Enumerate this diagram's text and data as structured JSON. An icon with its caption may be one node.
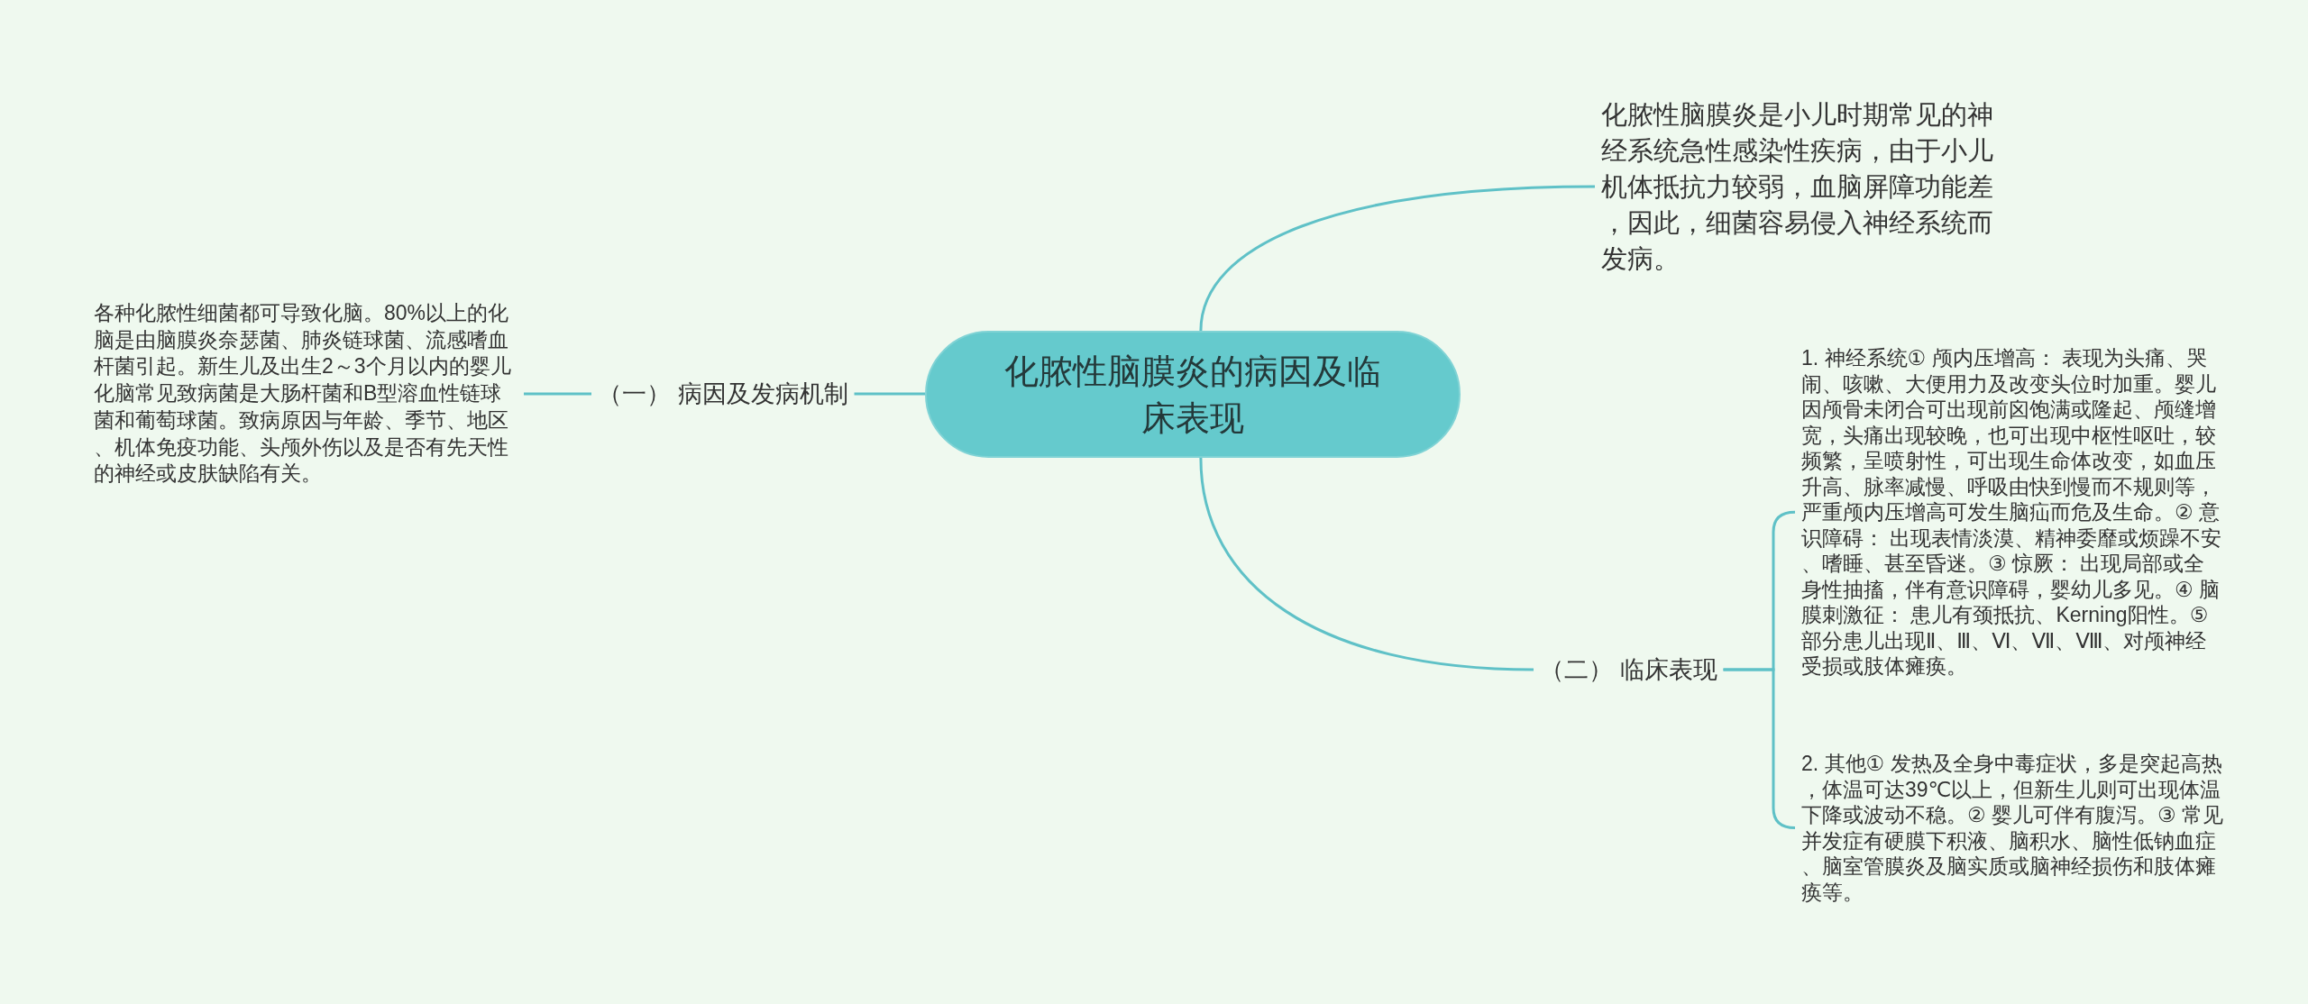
{
  "diagram": {
    "nodes": [
      {
        "text": [
          "化脓性脑膜炎的病因及临床表现"
        ]
      },
      {
        "text": [
          "化脓性脑膜炎是小儿时期常见的神经系统急性感染性疾病，由于小儿机体抵抗力较弱，血脑屏障功能差，因此，细菌容易侵入神经系统而发病。"
        ]
      },
      {
        "text": [
          "（一） 病因及发病机制"
        ]
      },
      {
        "text": [
          "各种化脓性细菌都可导致化脑。80%以上的化脑是由脑膜炎奈瑟菌、肺炎链球菌、流感嗜血杆菌引起。新生儿及出生2～3个月以内的婴儿化脑常见致病菌是大肠杆菌和B型溶血性链球菌和葡萄球菌。致病原因与年龄、季节、地区、机体免疫功能、头颅外伤以及是否有先天性的神经或皮肤缺陷有关。"
        ]
      },
      {
        "text": [
          "（二） 临床表现"
        ]
      },
      {
        "text": [
          "1. 神经系统① 颅内压增高： 表现为头痛、哭闹、咳嗽、大便用力及改变头位时加重。婴儿因颅骨未闭合可出现前囟饱满或隆起、颅缝增宽，头痛出现较晚，也可出现中枢性呕吐，较频繁，呈喷射性，可出现生命体改变，如血压升高、脉率减慢、呼吸由快到慢而不规则等，严重颅内压增高可发生脑疝而危及生命。② 意识障碍： 出现表情淡漠、精神委靡或烦躁不安、嗜睡、甚至昏迷。③ 惊厥： 出现局部或全身性抽搐，伴有意识障碍，婴幼儿多见。④ 脑膜刺激征： 患儿有颈抵抗、Kerning阳性。⑤ 部分患儿出现Ⅱ、Ⅲ、Ⅵ、Ⅶ、Ⅷ、对颅神经受损或肢体瘫痪。"
        ]
      },
      {
        "text": [
          "2. 其他① 发热及全身中毒症状，多是突起高热，体温可达39℃以上，但新生儿则可出现体温下降或波动不稳。② 婴儿可伴有腹泻。③ 常见并发症有硬膜下积液、脑积水、脑性低钠血症、脑室管膜炎及脑实质或脑神经损伤和肢体瘫痪等。"
        ]
      }
    ],
    "edges": [
      {
        "from": 0,
        "to": 1,
        "arrow": "none"
      },
      {
        "from": 0,
        "to": 2,
        "arrow": "none"
      },
      {
        "from": 2,
        "to": 3,
        "arrow": "none"
      },
      {
        "from": 0,
        "to": 4,
        "arrow": "none"
      },
      {
        "from": 4,
        "to": 5,
        "arrow": "none"
      },
      {
        "from": 4,
        "to": 6,
        "arrow": "none"
      }
    ]
  }
}
